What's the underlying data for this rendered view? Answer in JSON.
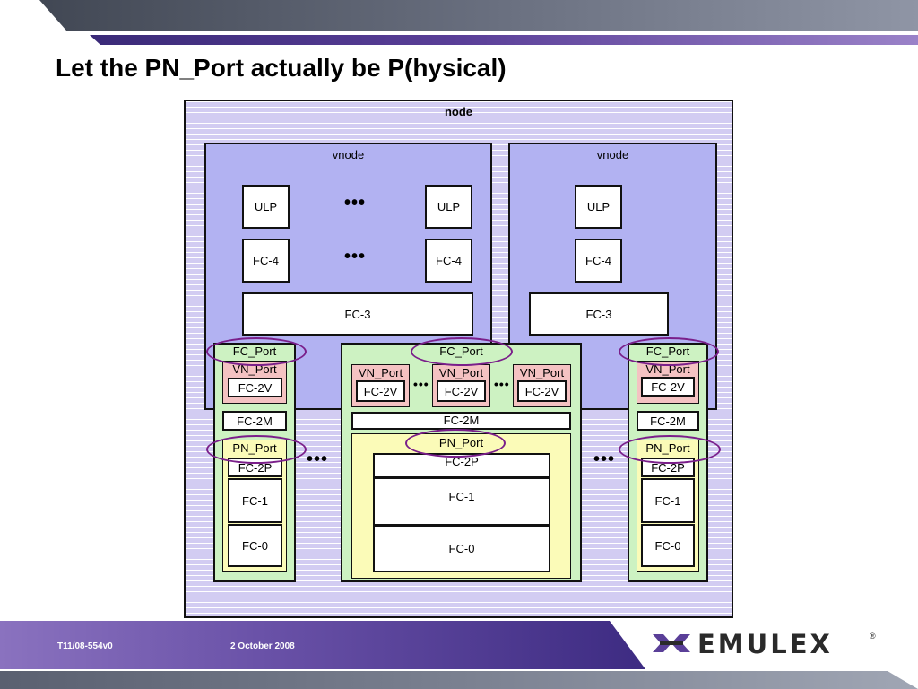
{
  "slide": {
    "title": "Let the PN_Port actually be P(hysical)"
  },
  "footer": {
    "doc_id": "T11/08-554v0",
    "date": "2 October 2008",
    "logo_text": "EMULEX",
    "logo_mark": "registered-mark"
  },
  "colors": {
    "node_fill": "#d2ccf2",
    "vnode_fill": "#b2b2f2",
    "green": "#cdf2c2",
    "yellow": "#fbfbb8",
    "pink": "#f4c2c2",
    "ellipse": "#7a1f8a"
  },
  "diagram": {
    "node_label": "node",
    "vnode_label": "vnode",
    "ulp": "ULP",
    "fc4": "FC-4",
    "fc3": "FC-3",
    "fc_port": "FC_Port",
    "vn_port": "VN_Port",
    "fc2v": "FC-2V",
    "fc2m": "FC-2M",
    "pn_port": "PN_Port",
    "fc2p": "FC-2P",
    "fc1": "FC-1",
    "fc0": "FC-0",
    "dots": "•••"
  }
}
